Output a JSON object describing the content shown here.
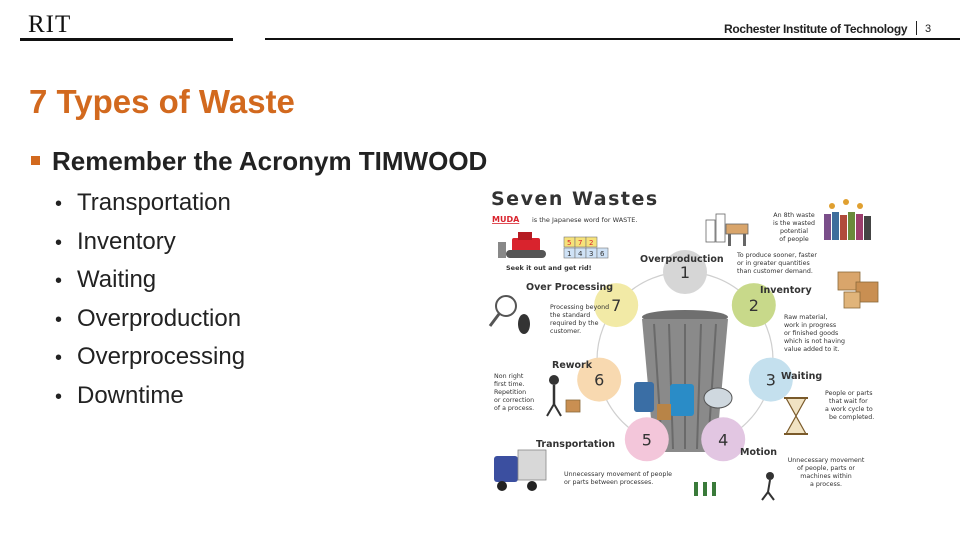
{
  "header": {
    "logo_text": "RIT",
    "institution": "Rochester Institute of Technology",
    "slide_number": "3"
  },
  "slide": {
    "title": "7 Types of Waste",
    "main_bullet": "Remember the Acronym TIMWOOD",
    "sub_bullets": [
      "Transportation",
      "Inventory",
      "Waiting",
      "Overproduction",
      "Overprocessing",
      "Downtime"
    ]
  },
  "figure": {
    "title": "Seven Wastes",
    "muda_word": "MUDA",
    "muda_desc": "is the Japanese word for WASTE.",
    "seek_text": "Seek it out and get rid!",
    "sign_numbers": [
      "5",
      "7",
      "2",
      "1",
      "4",
      "3",
      "6"
    ],
    "categories": [
      {
        "number": "1",
        "label": "Overproduction",
        "color": "#d6d6d6"
      },
      {
        "number": "2",
        "label": "Inventory",
        "color": "#c8d98a"
      },
      {
        "number": "3",
        "label": "Waiting",
        "color": "#c4e0ee"
      },
      {
        "number": "4",
        "label": "Motion",
        "color": "#e2c6e2"
      },
      {
        "number": "5",
        "label": "Transportation",
        "color": "#f3c6da"
      },
      {
        "number": "6",
        "label": "Rework",
        "color": "#f8d9b0"
      },
      {
        "number": "7",
        "label": "Over Processing",
        "color": "#f2eaa6"
      }
    ],
    "desc_overproduction": [
      "To produce sooner, faster",
      "or in greater quantities",
      "than customer demand."
    ],
    "desc_eighth": [
      "An 8th waste",
      "is the wasted",
      "potential",
      "of people"
    ],
    "desc_inventory": [
      "Raw material,",
      "work in progress",
      "or finished goods",
      "which is not having",
      "value added to it."
    ],
    "desc_waiting": [
      "People or parts",
      "that wait for",
      "a work cycle to",
      "be completed."
    ],
    "desc_motion": [
      "Unnecessary movement",
      "of people, parts or",
      "machines within",
      "a process."
    ],
    "desc_transportation": [
      "Unnecessary movement of people",
      "or parts between processes."
    ],
    "desc_rework": [
      "Non right",
      "first time.",
      "Repetition",
      "or correction",
      "of a process."
    ],
    "desc_overprocessing": [
      "Processing beyond",
      "the standard",
      "required by the",
      "customer."
    ]
  }
}
